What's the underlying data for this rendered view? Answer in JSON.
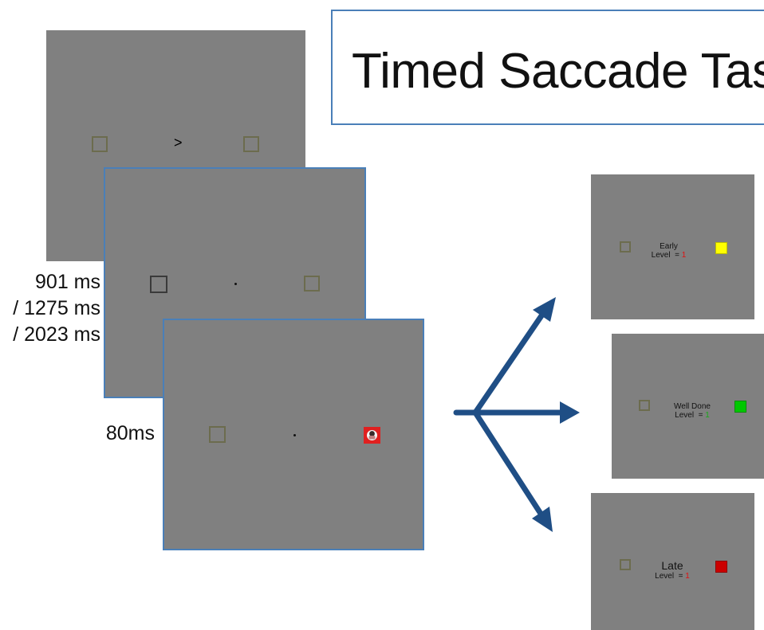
{
  "title": "Timed Saccade Task",
  "timings": {
    "fixation_line1": "901 ms",
    "fixation_line2": "/ 1275 ms",
    "fixation_line3": "/ 2023 ms",
    "target": "80ms"
  },
  "cue_symbol": ">",
  "feedback": {
    "early": {
      "label": "Early",
      "level_text": "Level",
      "equals": "=",
      "level_value": "1"
    },
    "well_done": {
      "label": "Well Done",
      "level_text": "Level",
      "equals": "=",
      "level_value": "1"
    },
    "late": {
      "label": "Late",
      "level_text": "Level",
      "equals": "=",
      "level_value": "1"
    }
  },
  "colors": {
    "screen_gray": "#808080",
    "frame_blue": "#4a7fb8",
    "arrow_blue": "#1f4e85",
    "early_square": "#ffff00",
    "well_done_square": "#00c800",
    "late_square": "#cc0000",
    "target_red": "#e02020"
  }
}
